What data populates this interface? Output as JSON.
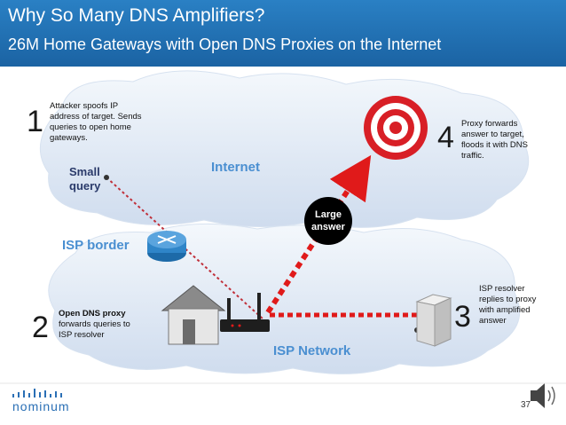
{
  "header": {
    "title": "Why So Many DNS Amplifiers?",
    "subtitle": "26M Home Gateways with Open DNS Proxies on the Internet"
  },
  "steps": [
    {
      "number": "1",
      "text": "Attacker spoofs IP address of target. Sends queries to open home gateways."
    },
    {
      "number": "2",
      "text": "Open DNS proxy forwards queries to ISP resolver",
      "bold_part": "Open DNS proxy"
    },
    {
      "number": "3",
      "text": "ISP resolver replies to proxy with amplified answer"
    },
    {
      "number": "4",
      "text": "Proxy forwards answer to target, floods it with DNS traffic."
    }
  ],
  "labels": {
    "small_query": "Small query",
    "internet": "Internet",
    "isp_border": "ISP border",
    "isp_network": "ISP Network",
    "large_answer": "Large answer"
  },
  "footer": {
    "logo": "nominum",
    "page_number": "37"
  },
  "icons": [
    "target-icon",
    "house-icon",
    "router-icon",
    "gateway-icon",
    "server-icon",
    "speaker-icon"
  ],
  "colors": {
    "header": "#1f6db0",
    "cloud": "#dbe6f4",
    "arrow": "#e01a1a",
    "target": "#d81f26",
    "label_blue": "#4a8fd1"
  }
}
